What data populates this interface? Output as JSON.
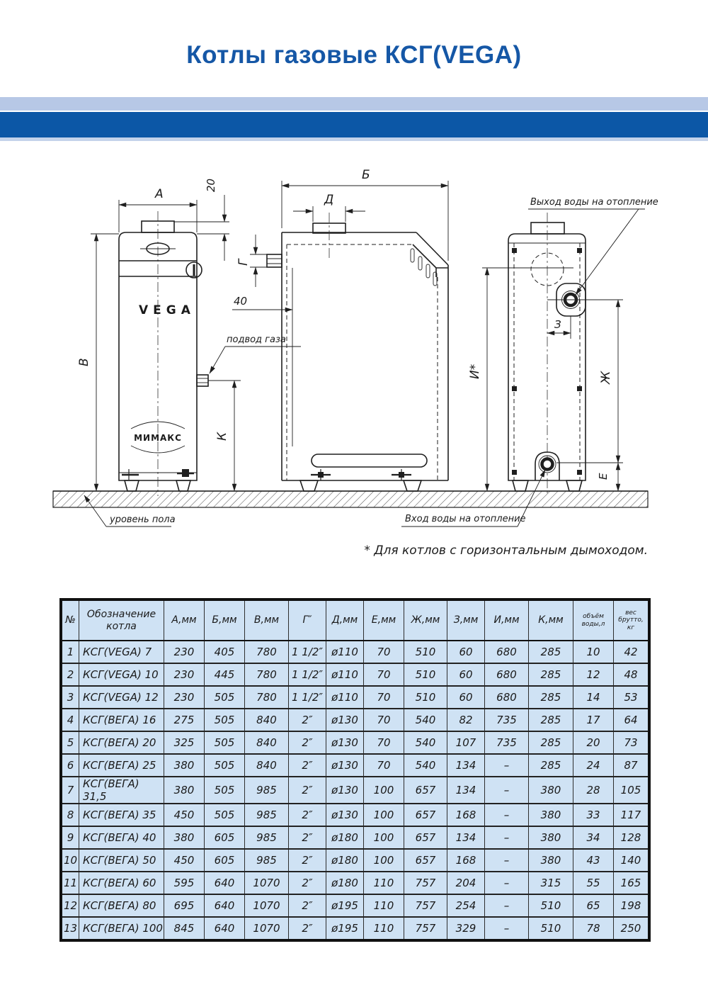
{
  "header": {
    "title": "Котлы газовые КСГ(VEGA)"
  },
  "colors": {
    "title_blue": "#1557a6",
    "band_light": "#b7c8e6",
    "band_dark": "#0c57a6",
    "table_cell_bg": "#cfe2f4"
  },
  "drawing": {
    "brand": "VEGA",
    "logo": "МИМАКС",
    "dims": {
      "a": "А",
      "offset20": "20",
      "b": "Б",
      "d": "Д",
      "g": "Г",
      "len40": "40",
      "v": "В",
      "k": "К",
      "i": "И*",
      "zh": "Ж",
      "z": "З",
      "e": "Е"
    },
    "labels": {
      "gas_supply": "подвод газа",
      "floor_level": "уровень пола",
      "water_outlet": "Выход воды на отопление",
      "water_inlet": "Вход воды на отопление"
    },
    "footnote": "* Для котлов с горизонтальным дымоходом."
  },
  "table": {
    "header_rows": [
      [
        "№",
        "Обозначение котла",
        "А,мм",
        "Б,мм",
        "В,мм",
        "Г″",
        "Д,мм",
        "Е,мм",
        "Ж,мм",
        "З,мм",
        "И,мм",
        "К,мм",
        "объём воды,л",
        "вес брутто, кг"
      ]
    ],
    "rows": [
      [
        "1",
        "КСГ(VEGA) 7",
        "230",
        "405",
        "780",
        "1 1/2″",
        "ø110",
        "70",
        "510",
        "60",
        "680",
        "285",
        "10",
        "42"
      ],
      [
        "2",
        "КСГ(VEGA) 10",
        "230",
        "445",
        "780",
        "1 1/2″",
        "ø110",
        "70",
        "510",
        "60",
        "680",
        "285",
        "12",
        "48"
      ],
      [
        "3",
        "КСГ(VEGA) 12",
        "230",
        "505",
        "780",
        "1 1/2″",
        "ø110",
        "70",
        "510",
        "60",
        "680",
        "285",
        "14",
        "53"
      ],
      [
        "4",
        "КСГ(ВЕГА) 16",
        "275",
        "505",
        "840",
        "2″",
        "ø130",
        "70",
        "540",
        "82",
        "735",
        "285",
        "17",
        "64"
      ],
      [
        "5",
        "КСГ(ВЕГА) 20",
        "325",
        "505",
        "840",
        "2″",
        "ø130",
        "70",
        "540",
        "107",
        "735",
        "285",
        "20",
        "73"
      ],
      [
        "6",
        "КСГ(ВЕГА) 25",
        "380",
        "505",
        "840",
        "2″",
        "ø130",
        "70",
        "540",
        "134",
        "–",
        "285",
        "24",
        "87"
      ],
      [
        "7",
        "КСГ(ВЕГА) 31,5",
        "380",
        "505",
        "985",
        "2″",
        "ø130",
        "100",
        "657",
        "134",
        "–",
        "380",
        "28",
        "105"
      ],
      [
        "8",
        "КСГ(ВЕГА) 35",
        "450",
        "505",
        "985",
        "2″",
        "ø130",
        "100",
        "657",
        "168",
        "–",
        "380",
        "33",
        "117"
      ],
      [
        "9",
        "КСГ(ВЕГА) 40",
        "380",
        "605",
        "985",
        "2″",
        "ø180",
        "100",
        "657",
        "134",
        "–",
        "380",
        "34",
        "128"
      ],
      [
        "10",
        "КСГ(ВЕГА) 50",
        "450",
        "605",
        "985",
        "2″",
        "ø180",
        "100",
        "657",
        "168",
        "–",
        "380",
        "43",
        "140"
      ],
      [
        "11",
        "КСГ(ВЕГА) 60",
        "595",
        "640",
        "1070",
        "2″",
        "ø180",
        "110",
        "757",
        "204",
        "–",
        "315",
        "55",
        "165"
      ],
      [
        "12",
        "КСГ(ВЕГА) 80",
        "695",
        "640",
        "1070",
        "2″",
        "ø195",
        "110",
        "757",
        "254",
        "–",
        "510",
        "65",
        "198"
      ],
      [
        "13",
        "КСГ(ВЕГА) 100",
        "845",
        "640",
        "1070",
        "2″",
        "ø195",
        "110",
        "757",
        "329",
        "–",
        "510",
        "78",
        "250"
      ]
    ]
  }
}
